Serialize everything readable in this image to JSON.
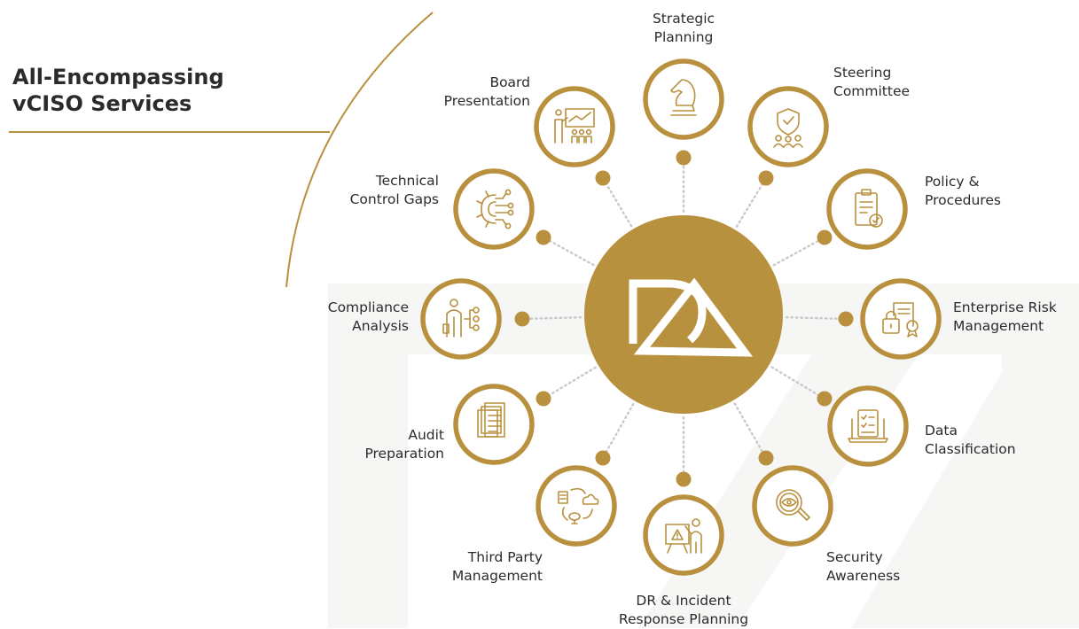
{
  "page": {
    "title_line1": "All-Encompassing",
    "title_line2": "vCISO Services"
  },
  "colors": {
    "accent": "#b8903e",
    "text": "#2b2b2b",
    "dots": "#c9c9c9",
    "watermark": "#f6f6f4"
  },
  "hub": {
    "logo": "DA"
  },
  "services": [
    {
      "line1": "Strategic",
      "line2": "Planning",
      "icon": "chess-knight-icon"
    },
    {
      "line1": "Steering",
      "line2": "Committee",
      "icon": "shield-team-icon"
    },
    {
      "line1": "Policy &",
      "line2": "Procedures",
      "icon": "clipboard-check-icon"
    },
    {
      "line1": "Enterprise Risk",
      "line2": "Management",
      "icon": "lock-certificate-icon"
    },
    {
      "line1": "Data",
      "line2": "Classification",
      "icon": "laptop-checklist-icon"
    },
    {
      "line1": "Security",
      "line2": "Awareness",
      "icon": "magnifier-eye-icon"
    },
    {
      "line1": "DR & Incident",
      "line2": "Response Planning",
      "icon": "presenter-warning-icon"
    },
    {
      "line1": "Third Party",
      "line2": "Management",
      "icon": "cloud-cycle-icon"
    },
    {
      "line1": "Audit",
      "line2": "Preparation",
      "icon": "document-stack-icon"
    },
    {
      "line1": "Compliance",
      "line2": "Analysis",
      "icon": "person-hierarchy-icon"
    },
    {
      "line1": "Technical",
      "line2": "Control Gaps",
      "icon": "gear-network-icon"
    },
    {
      "line1": "Board",
      "line2": "Presentation",
      "icon": "board-presentation-icon"
    }
  ]
}
